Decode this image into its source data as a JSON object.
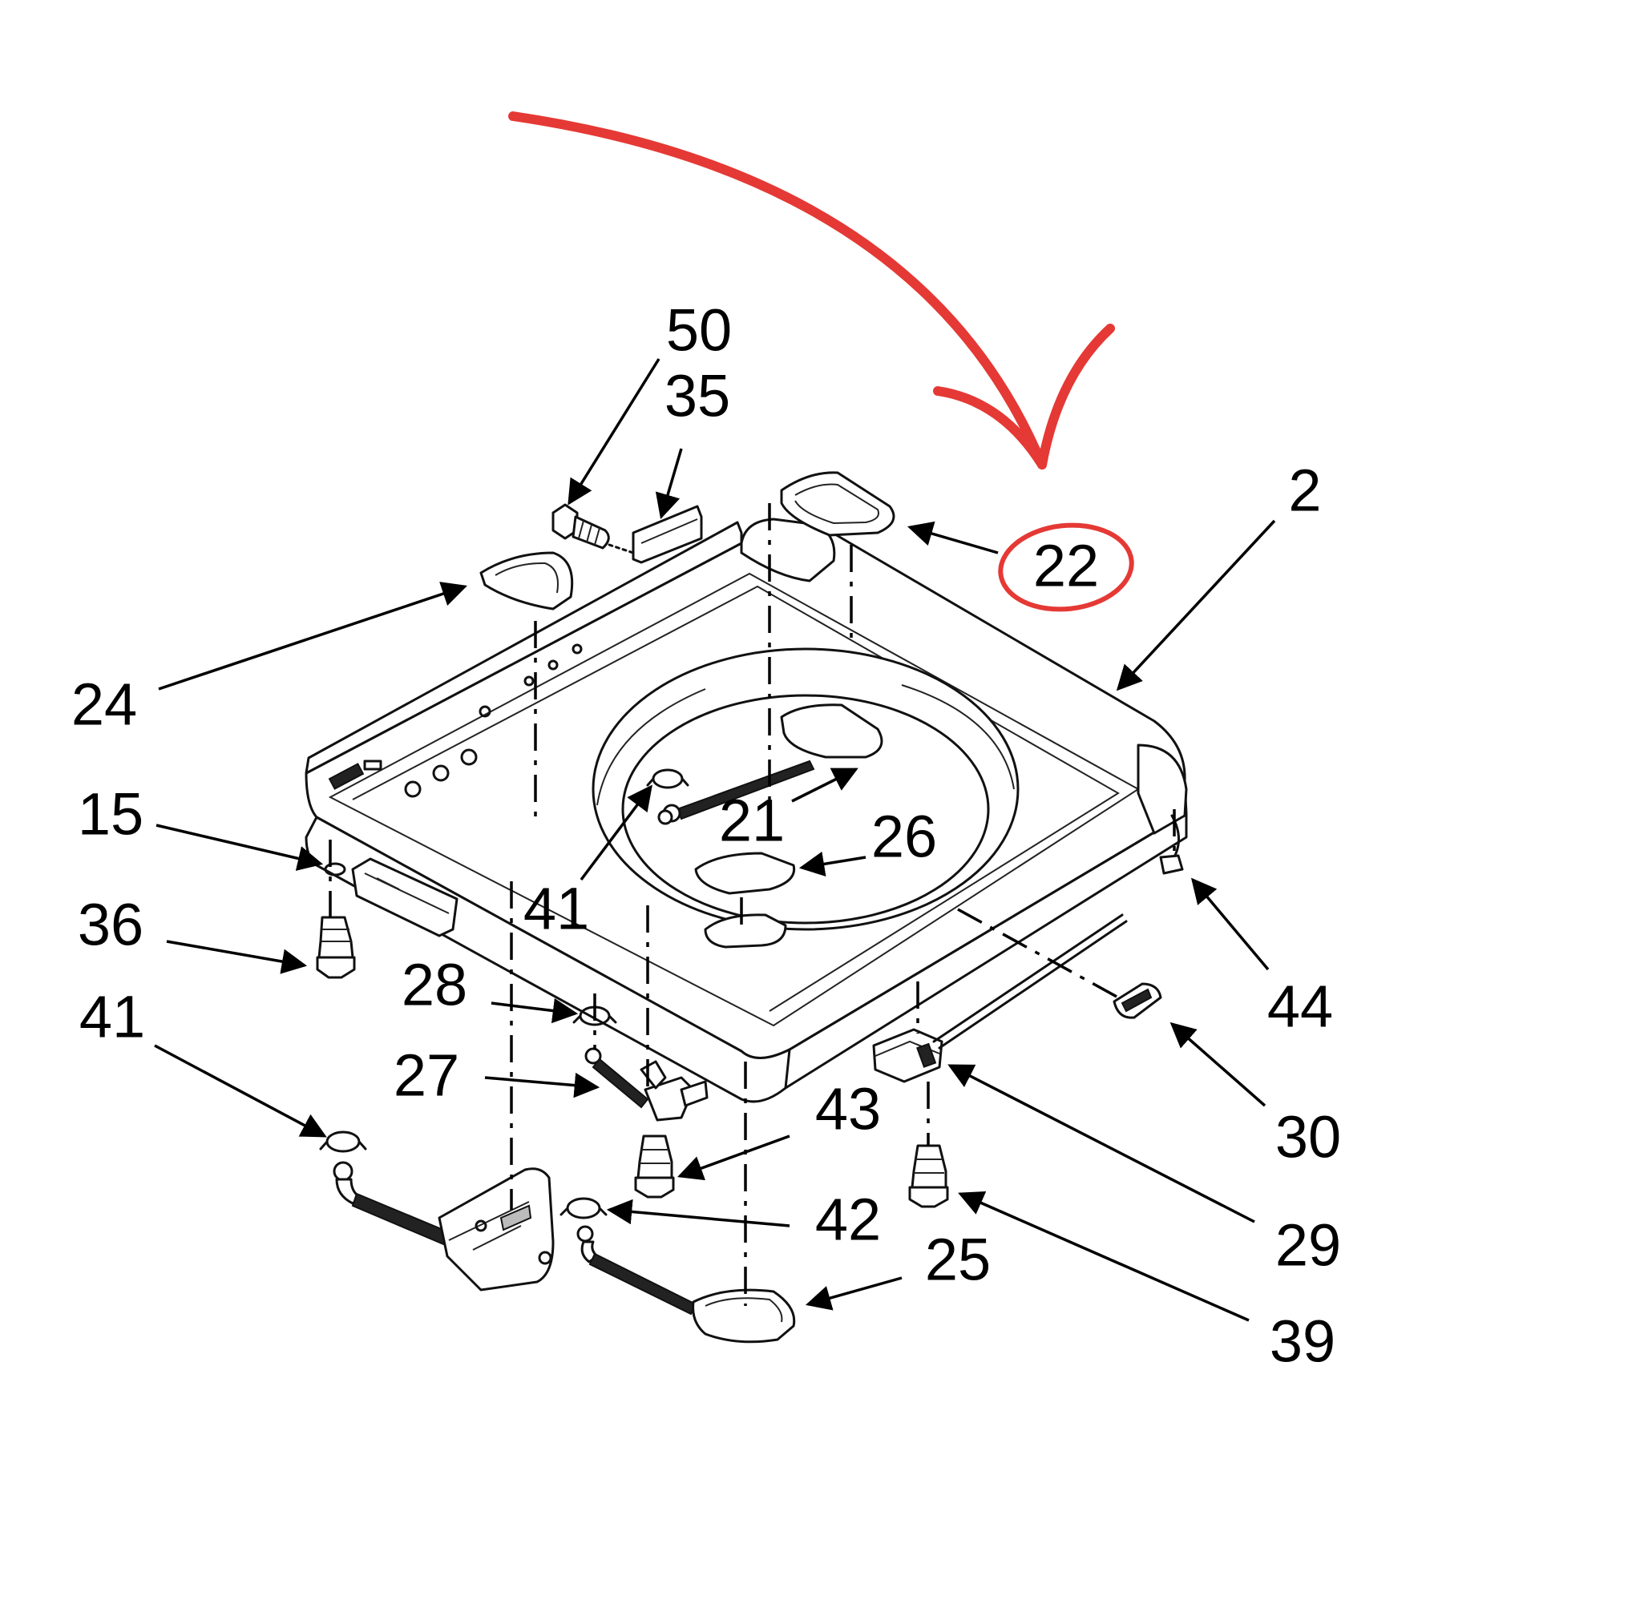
{
  "highlight": {
    "color": "#e53935",
    "callout": "22"
  },
  "callouts": [
    {
      "id": "50",
      "label": "50"
    },
    {
      "id": "35",
      "label": "35"
    },
    {
      "id": "22",
      "label": "22"
    },
    {
      "id": "2",
      "label": "2"
    },
    {
      "id": "24",
      "label": "24"
    },
    {
      "id": "15",
      "label": "15"
    },
    {
      "id": "21",
      "label": "21"
    },
    {
      "id": "26",
      "label": "26"
    },
    {
      "id": "41a",
      "label": "41"
    },
    {
      "id": "36",
      "label": "36"
    },
    {
      "id": "44",
      "label": "44"
    },
    {
      "id": "28",
      "label": "28"
    },
    {
      "id": "41b",
      "label": "41"
    },
    {
      "id": "27",
      "label": "27"
    },
    {
      "id": "43",
      "label": "43"
    },
    {
      "id": "30",
      "label": "30"
    },
    {
      "id": "42",
      "label": "42"
    },
    {
      "id": "25",
      "label": "25"
    },
    {
      "id": "29",
      "label": "29"
    },
    {
      "id": "39",
      "label": "39"
    }
  ]
}
